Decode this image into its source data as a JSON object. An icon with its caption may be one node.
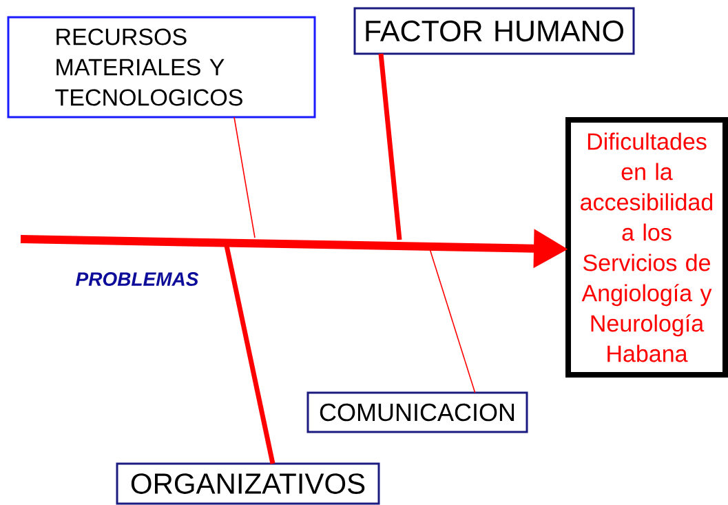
{
  "diagram": {
    "nodes": [
      {
        "text": [
          "RECURSOS MATERIALES Y TECNOLOGICOS"
        ]
      },
      {
        "text": [
          "FACTOR HUMANO"
        ]
      },
      {
        "text": [
          "Dificultades en la accesibilidad a los Servicios de Angiología y Neurología Habana"
        ]
      },
      {
        "text": [
          "COMUNICACION"
        ]
      },
      {
        "text": [
          "ORGANIZATIVOS"
        ]
      }
    ],
    "edges": [
      {
        "from": null,
        "to": 2,
        "arrow": "to"
      },
      {
        "from": 0,
        "to": null,
        "arrow": "none"
      },
      {
        "from": 1,
        "to": null,
        "arrow": "none"
      },
      {
        "from": 3,
        "to": null,
        "arrow": "none"
      },
      {
        "from": 4,
        "to": null,
        "arrow": "none"
      }
    ],
    "labels": [
      "PROBLEMAS"
    ]
  }
}
